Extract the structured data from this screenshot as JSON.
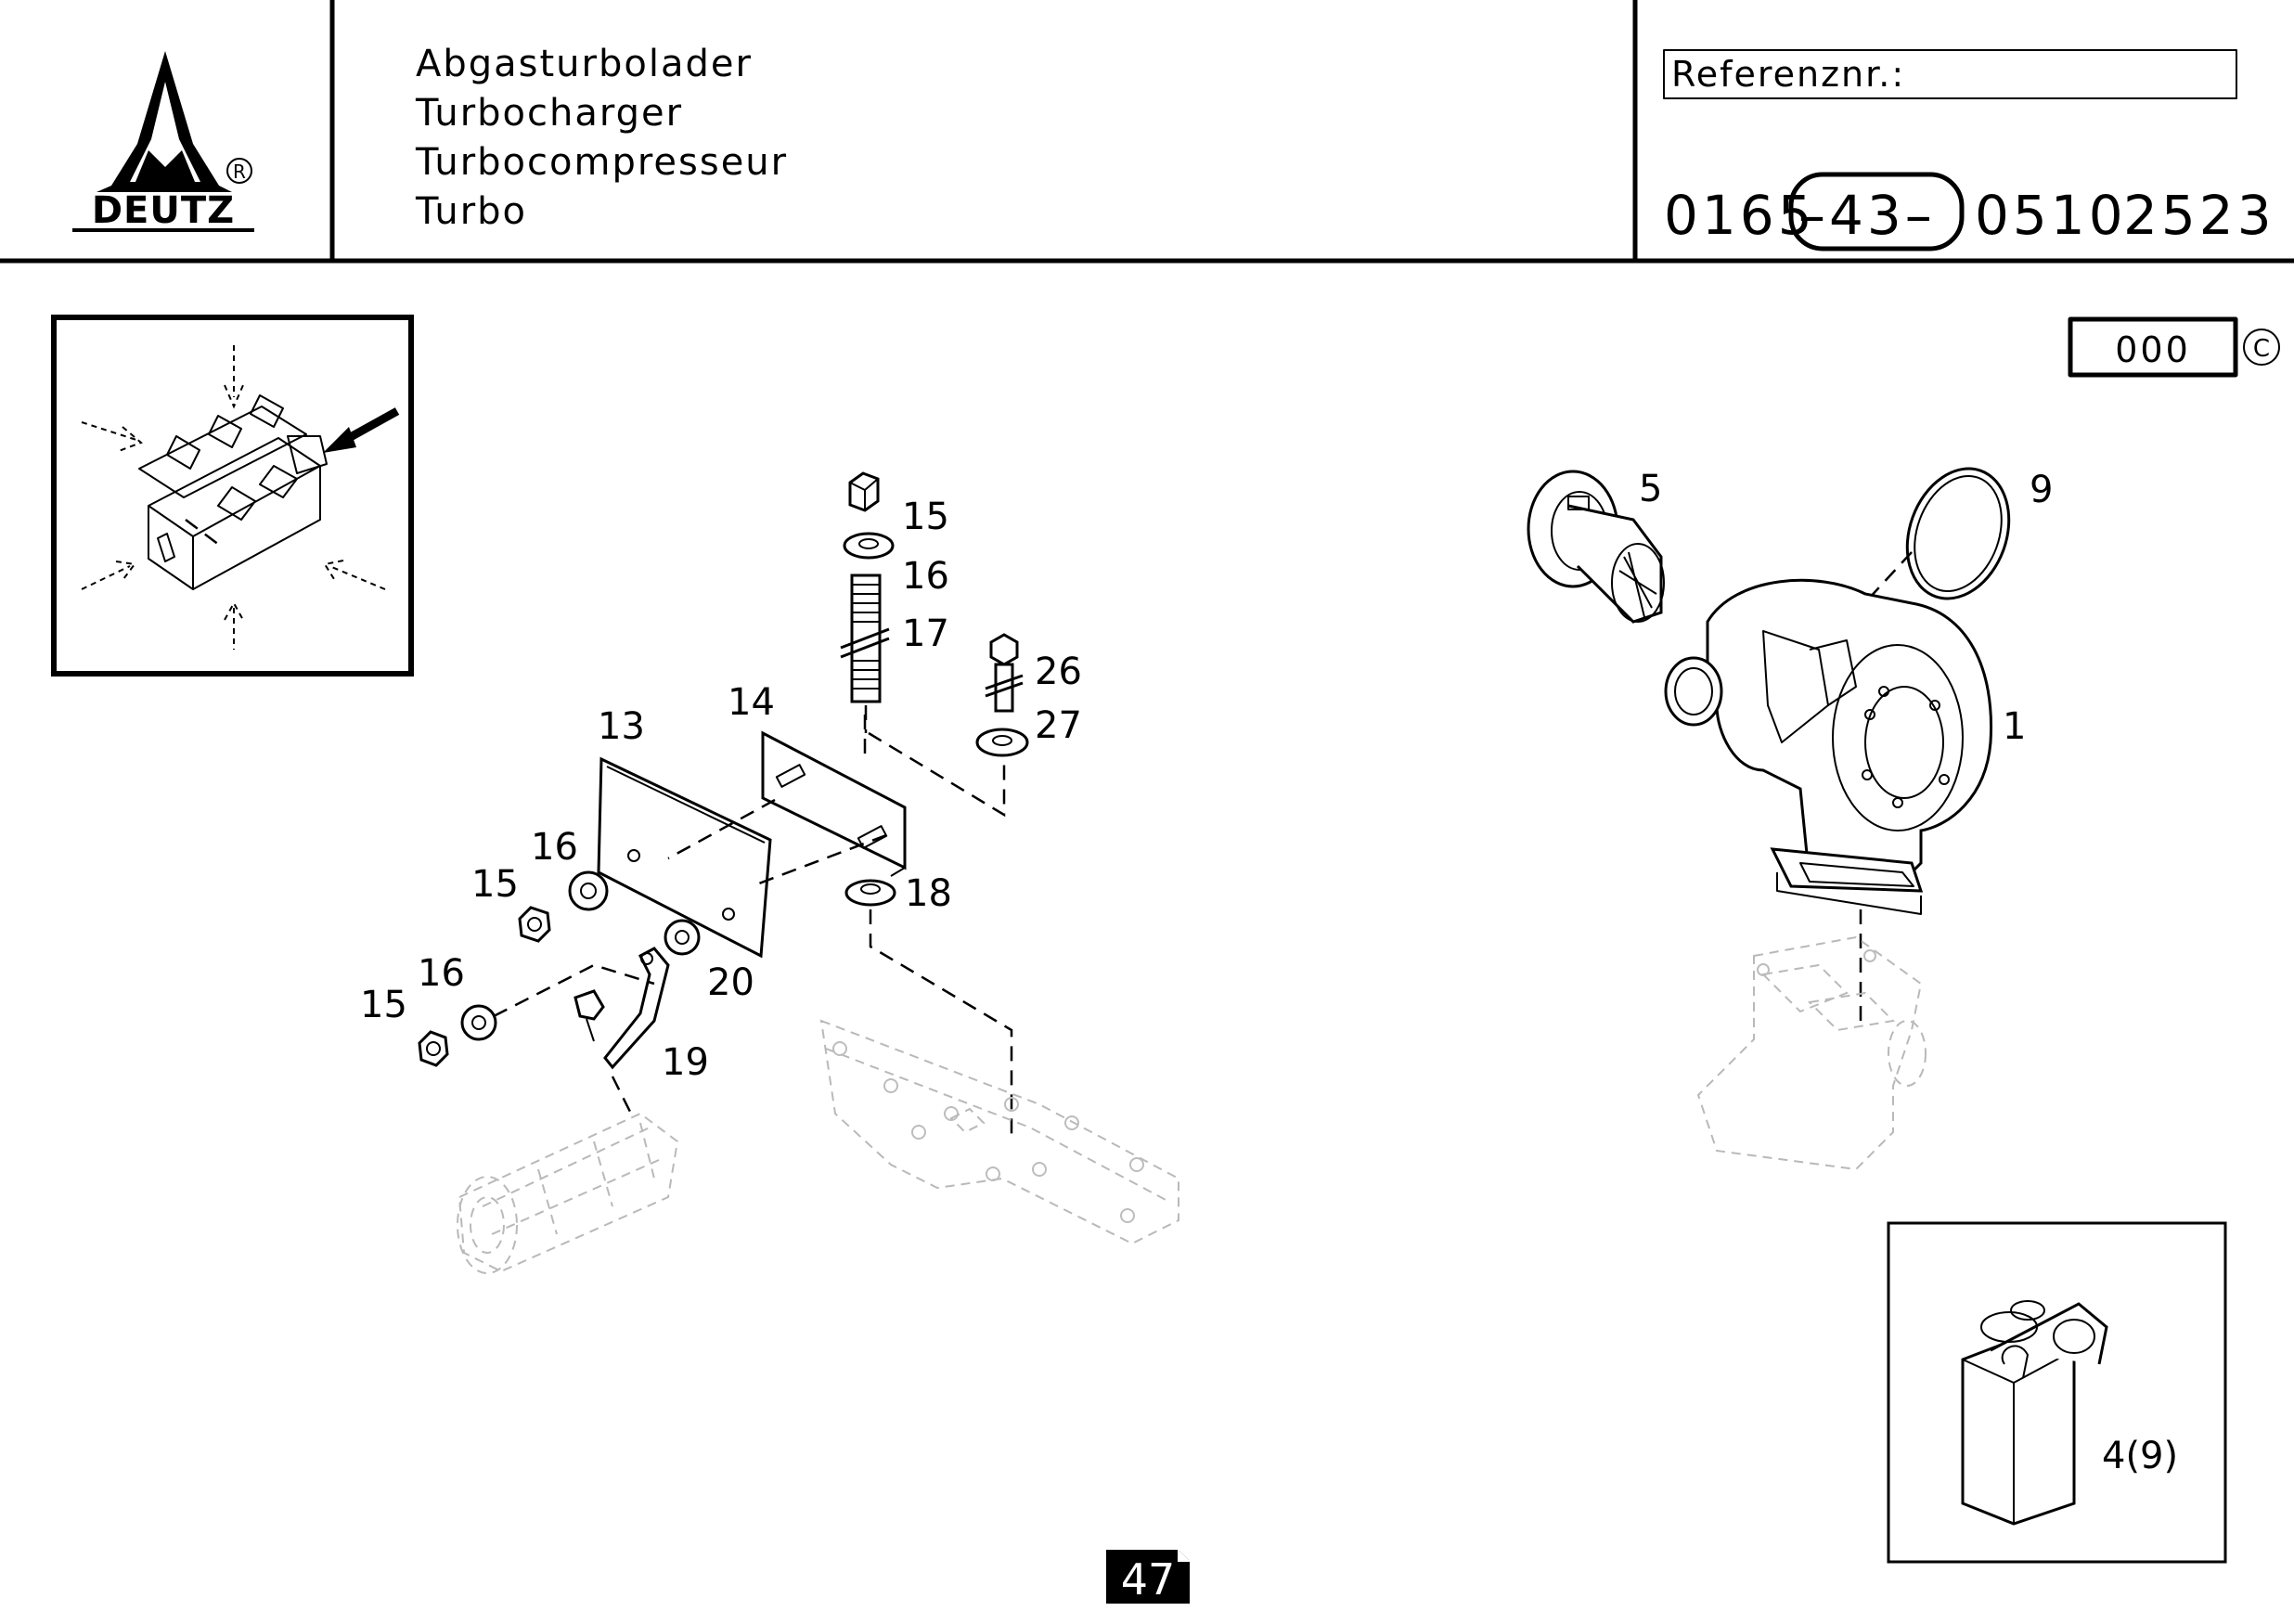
{
  "header": {
    "brand": "DEUTZ",
    "registered_mark": "R",
    "titles": [
      "Abgasturbolader",
      "Turbocharger",
      "Turbocompresseur",
      "Turbo"
    ],
    "reference_label": "Referenznr.:",
    "ref_part1": "0165",
    "ref_part2": "–43–",
    "ref_part3": "0510",
    "ref_part4": "2523"
  },
  "variant_box": {
    "value": "000",
    "symbol": "C"
  },
  "callouts": {
    "c1": "1",
    "c5": "5",
    "c9": "9",
    "c13": "13",
    "c14": "14",
    "c15a": "15",
    "c15b": "15",
    "c15c": "15",
    "c16a": "16",
    "c16b": "16",
    "c16c": "16",
    "c17": "17",
    "c18": "18",
    "c19": "19",
    "c20": "20",
    "c26": "26",
    "c27": "27",
    "c4_9": "4(9)"
  },
  "page_number": "47"
}
